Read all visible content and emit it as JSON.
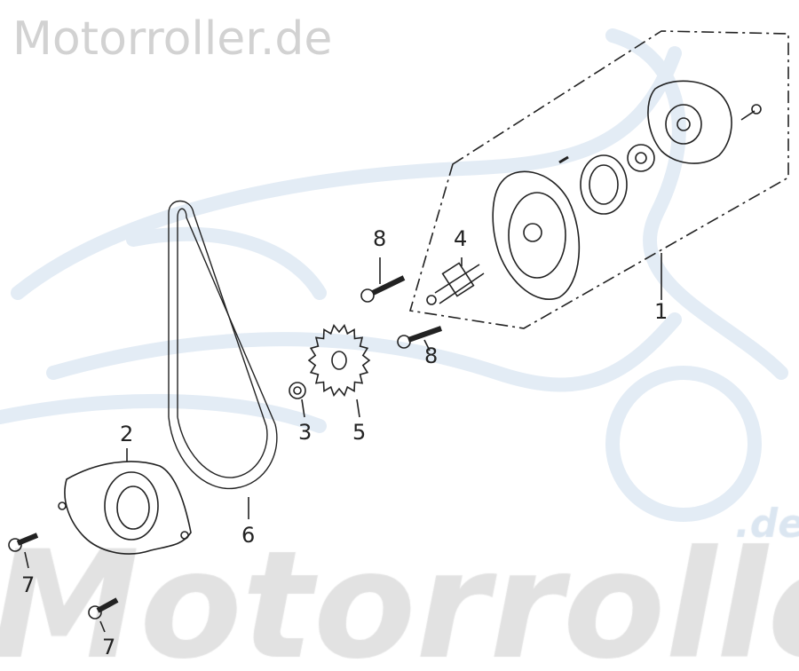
{
  "watermarks": {
    "top_text": "Motorroller.de",
    "bottom_text": "Motorroller",
    "bottom_suffix": ".de"
  },
  "colors": {
    "line_art": "#222222",
    "watermark_gray": "#d2d2d2",
    "watermark_blue": "#dbe6f1"
  },
  "part_labels": {
    "p1": "1",
    "p2": "2",
    "p3": "3",
    "p4": "4",
    "p5": "5",
    "p6": "6",
    "p7a": "7",
    "p7b": "7",
    "p8a": "8",
    "p8b": "8"
  }
}
